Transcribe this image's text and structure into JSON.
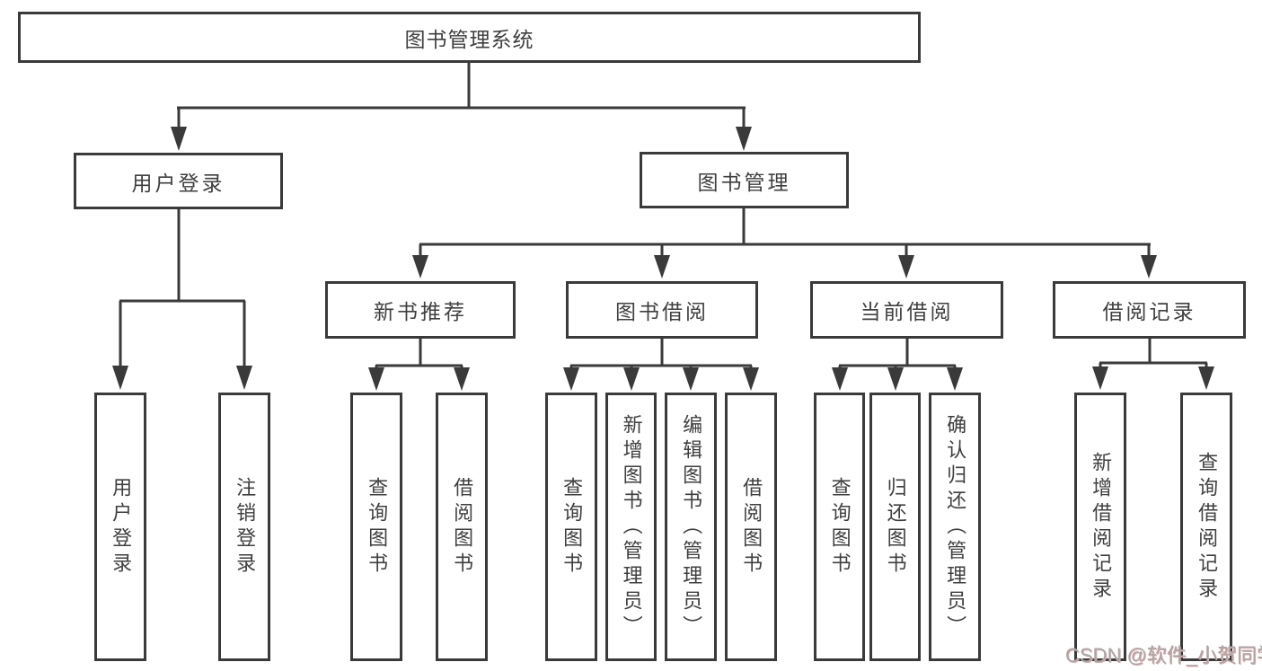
{
  "diagram_title": "图书管理系统",
  "colors": {
    "line": "#3a3a3a",
    "text": "#3f3f3f",
    "watermark": "#a8a8a8",
    "watermark_shadow": "#dfa5a5",
    "bg": "#ffffff"
  },
  "tree": {
    "label": "图书管理系统",
    "children": [
      {
        "label": "用户登录",
        "children": [
          {
            "label": "用户登录"
          },
          {
            "label": "注销登录"
          }
        ]
      },
      {
        "label": "图书管理",
        "children": [
          {
            "label": "新书推荐",
            "children": [
              {
                "label": "查询图书"
              },
              {
                "label": "借阅图书"
              }
            ]
          },
          {
            "label": "图书借阅",
            "children": [
              {
                "label": "查询图书"
              },
              {
                "label": "新增图书（管理员）"
              },
              {
                "label": "编辑图书（管理员）"
              },
              {
                "label": "借阅图书"
              }
            ]
          },
          {
            "label": "当前借阅",
            "children": [
              {
                "label": "查询图书"
              },
              {
                "label": "归还图书"
              },
              {
                "label": "确认归还（管理员）"
              }
            ]
          },
          {
            "label": "借阅记录",
            "children": [
              {
                "label": "新增借阅记录"
              },
              {
                "label": "查询借阅记录"
              }
            ]
          }
        ]
      }
    ]
  },
  "watermark": {
    "text": "CSDN @软件_小贺同学"
  }
}
